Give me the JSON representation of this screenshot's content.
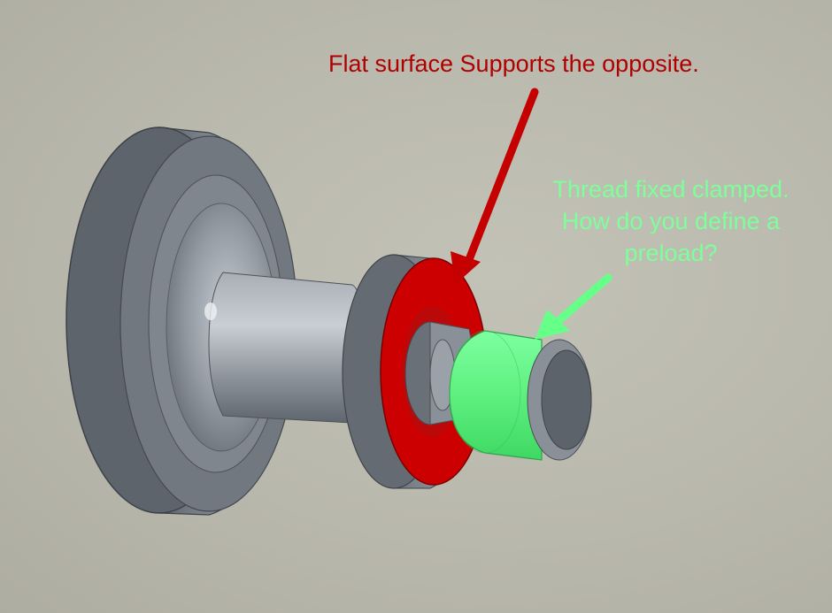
{
  "colors": {
    "background": "#b9b8ac",
    "part_steel": "#8a9099",
    "support_face": "#cc0000",
    "thread_face": "#66ff88",
    "red_text": "#b00000",
    "green_text": "#7dff9a"
  },
  "annotations": {
    "flat_surface": {
      "text": "Flat surface Supports the opposite."
    },
    "thread": {
      "lines": [
        "Thread fixed clamped.",
        "How do you define a",
        "preload?"
      ]
    }
  }
}
